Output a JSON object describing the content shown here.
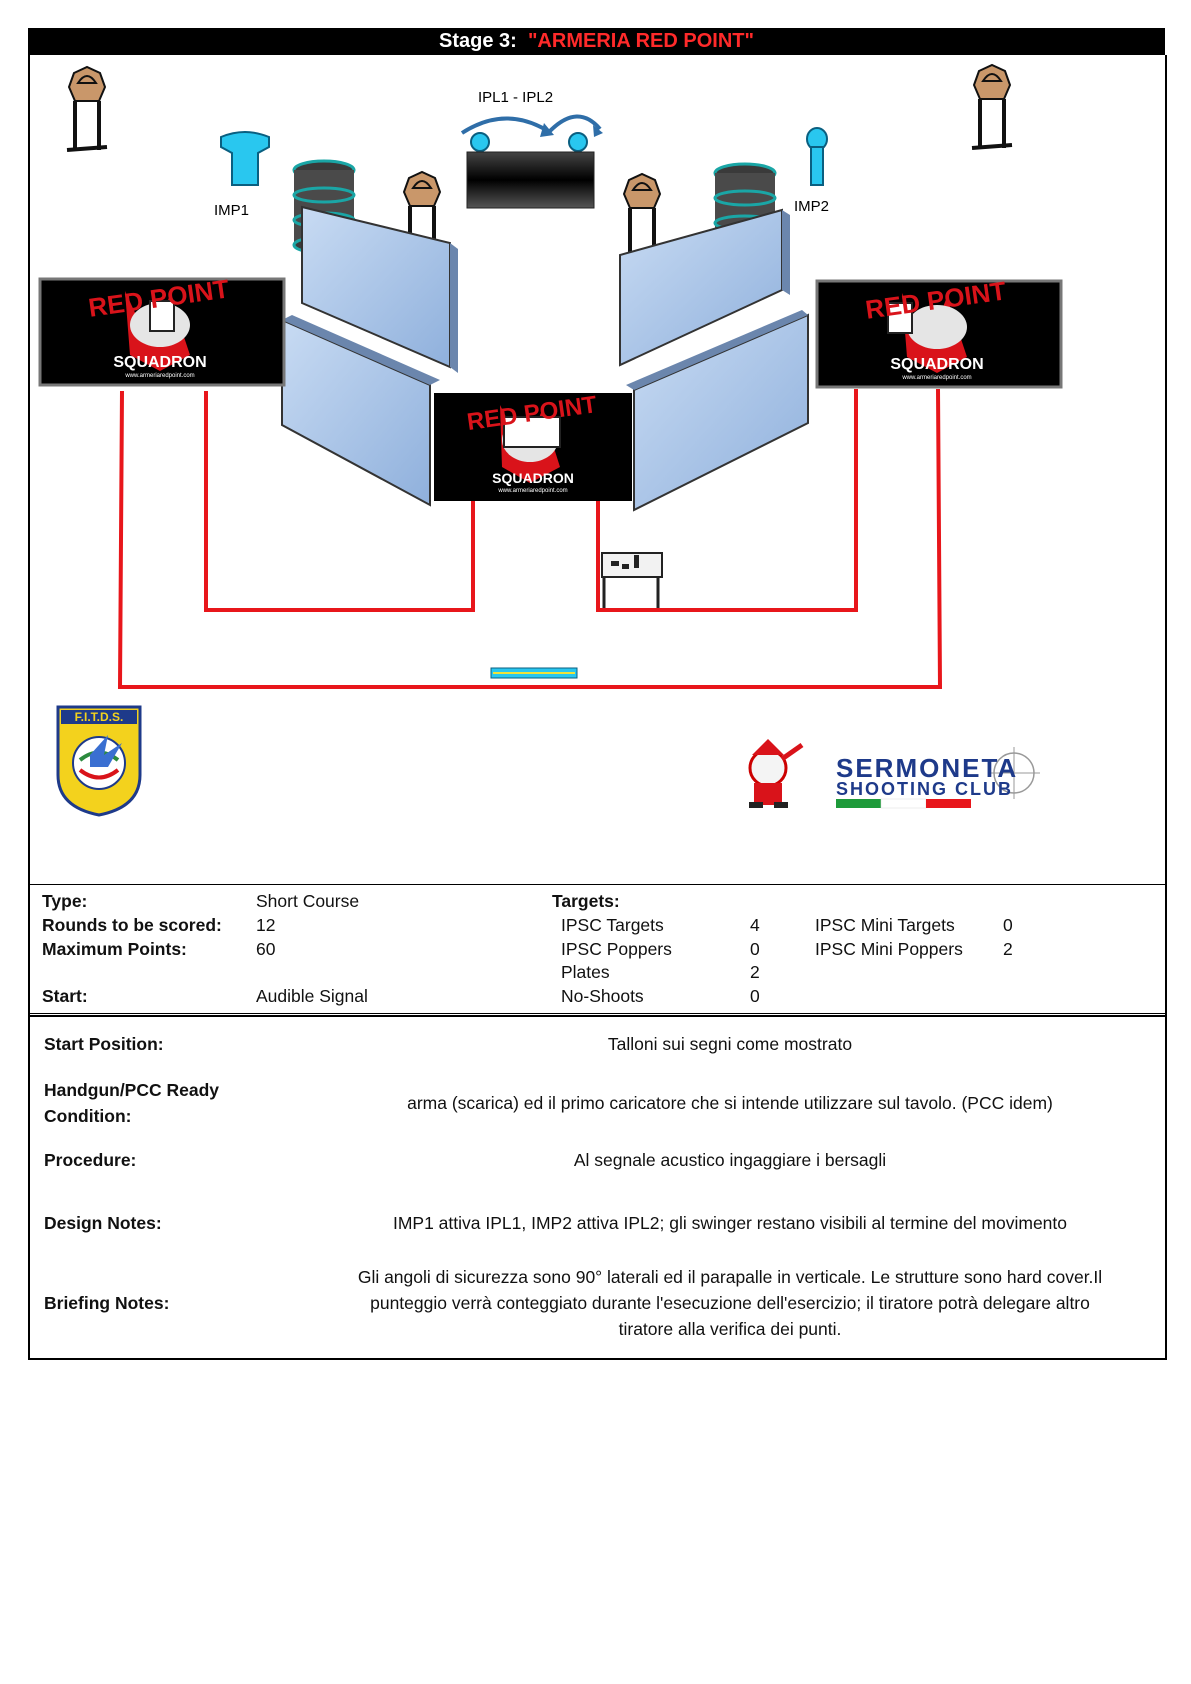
{
  "header": {
    "stage_prefix": "Stage 3:",
    "stage_name": "\"ARMERIA RED POINT\""
  },
  "diagram": {
    "label_ipl": "IPL1 - IPL2",
    "label_imp1": "IMP1",
    "label_imp2": "IMP2",
    "banner_line1": "RED POINT",
    "banner_line2": "SQUADRON",
    "banner_url": "www.armeriaredpoint.com",
    "logo_fitds": "F.I.T.D.S.",
    "logo_club_line1": "SERMONETA",
    "logo_club_line2": "SHOOTING CLUB"
  },
  "info": {
    "type_label": "Type:",
    "type_value": "Short Course",
    "rounds_label": "Rounds to be scored:",
    "rounds_value": "12",
    "points_label": "Maximum Points:",
    "points_value": "60",
    "start_label": "Start:",
    "start_value": "Audible Signal",
    "targets_label": "Targets:",
    "targets": [
      {
        "name": "IPSC Targets",
        "count": "4"
      },
      {
        "name": "IPSC Poppers",
        "count": "0"
      },
      {
        "name": "Plates",
        "count": "2"
      },
      {
        "name": "No-Shoots",
        "count": "0"
      }
    ],
    "mini_targets": [
      {
        "name": "IPSC Mini Targets",
        "count": "0"
      },
      {
        "name": "IPSC Mini Poppers",
        "count": "2"
      }
    ]
  },
  "notes": {
    "start_position_label": "Start Position:",
    "start_position_value": "Talloni sui segni come mostrato",
    "ready_label_line1": "Handgun/PCC Ready",
    "ready_label_line2": "Condition:",
    "ready_value": "arma (scarica) ed il primo caricatore che si intende utilizzare sul tavolo. (PCC idem)",
    "procedure_label": "Procedure:",
    "procedure_value": "Al segnale acustico ingaggiare i bersagli",
    "design_label": "Design Notes:",
    "design_value": "IMP1 attiva IPL1, IMP2 attiva IPL2; gli swinger restano visibili al termine del movimento",
    "briefing_label": "Briefing Notes:",
    "briefing_line1": "Gli angoli di sicurezza sono 90° laterali ed il parapalle in verticale. Le strutture sono hard cover.Il",
    "briefing_line2": "punteggio verrà conteggiato durante l'esecuzione dell'esercizio; il tiratore potrà delegare altro",
    "briefing_line3": "tiratore alla verifica  dei punti."
  },
  "colors": {
    "fault_line": "#e8161b",
    "wall_fill": "#a9c4e8",
    "popper": "#29c7ef",
    "target": "#c9976a"
  }
}
